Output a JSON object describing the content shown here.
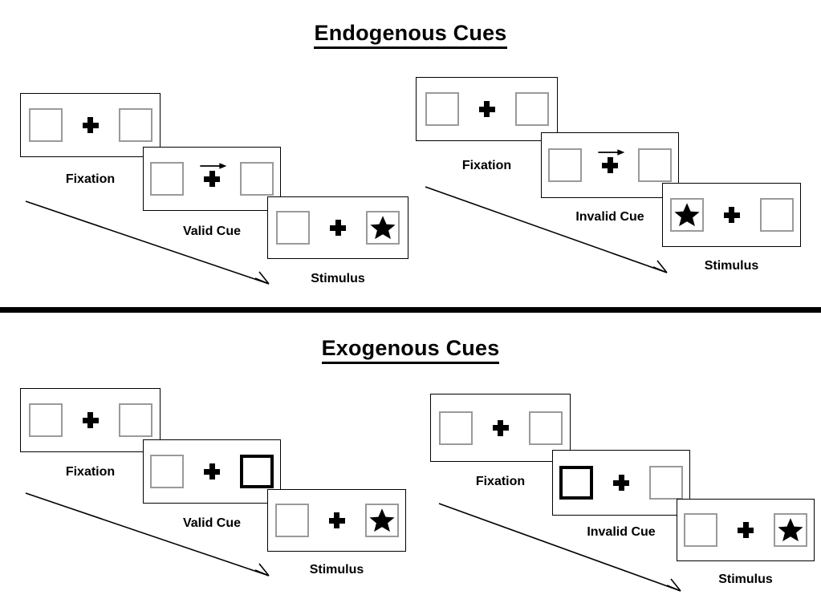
{
  "figure": {
    "sections": [
      {
        "id": "endogenous",
        "title": "Endogenous Cues",
        "trials": [
          {
            "id": "endogenous-valid",
            "condition": "Valid Cue",
            "frames": [
              {
                "label": "Fixation",
                "left": "empty",
                "right": "empty",
                "cue": "none"
              },
              {
                "label": "Valid Cue",
                "left": "empty",
                "right": "empty",
                "cue": "arrow-right"
              },
              {
                "label": "Stimulus",
                "left": "empty",
                "right": "star",
                "cue": "none"
              }
            ]
          },
          {
            "id": "endogenous-invalid",
            "condition": "Invalid Cue",
            "frames": [
              {
                "label": "Fixation",
                "left": "empty",
                "right": "empty",
                "cue": "none"
              },
              {
                "label": "Invalid Cue",
                "left": "empty",
                "right": "empty",
                "cue": "arrow-right"
              },
              {
                "label": "Stimulus",
                "left": "star",
                "right": "empty",
                "cue": "none"
              }
            ]
          }
        ]
      },
      {
        "id": "exogenous",
        "title": "Exogenous Cues",
        "trials": [
          {
            "id": "exogenous-valid",
            "condition": "Valid Cue",
            "frames": [
              {
                "label": "Fixation",
                "left": "empty",
                "right": "empty",
                "cue": "none"
              },
              {
                "label": "Valid Cue",
                "left": "empty",
                "right": "cued-box",
                "cue": "none"
              },
              {
                "label": "Stimulus",
                "left": "empty",
                "right": "star",
                "cue": "none"
              }
            ]
          },
          {
            "id": "exogenous-invalid",
            "condition": "Invalid Cue",
            "frames": [
              {
                "label": "Fixation",
                "left": "empty",
                "right": "empty",
                "cue": "none"
              },
              {
                "label": "Invalid Cue",
                "left": "cued-box",
                "right": "empty",
                "cue": "none"
              },
              {
                "label": "Stimulus",
                "left": "empty",
                "right": "star",
                "cue": "none"
              }
            ]
          }
        ]
      }
    ],
    "icons": {
      "fixation_cross": "plus-icon",
      "target": "star-icon",
      "cue_direction": "arrow-right-icon",
      "time_flow": "time-arrow-icon"
    },
    "colors": {
      "panel_border": "#000000",
      "box_border": "#9a9a9a",
      "cued_box_border": "#000000",
      "target": "#000000",
      "divider": "#000000",
      "background": "#ffffff"
    }
  }
}
